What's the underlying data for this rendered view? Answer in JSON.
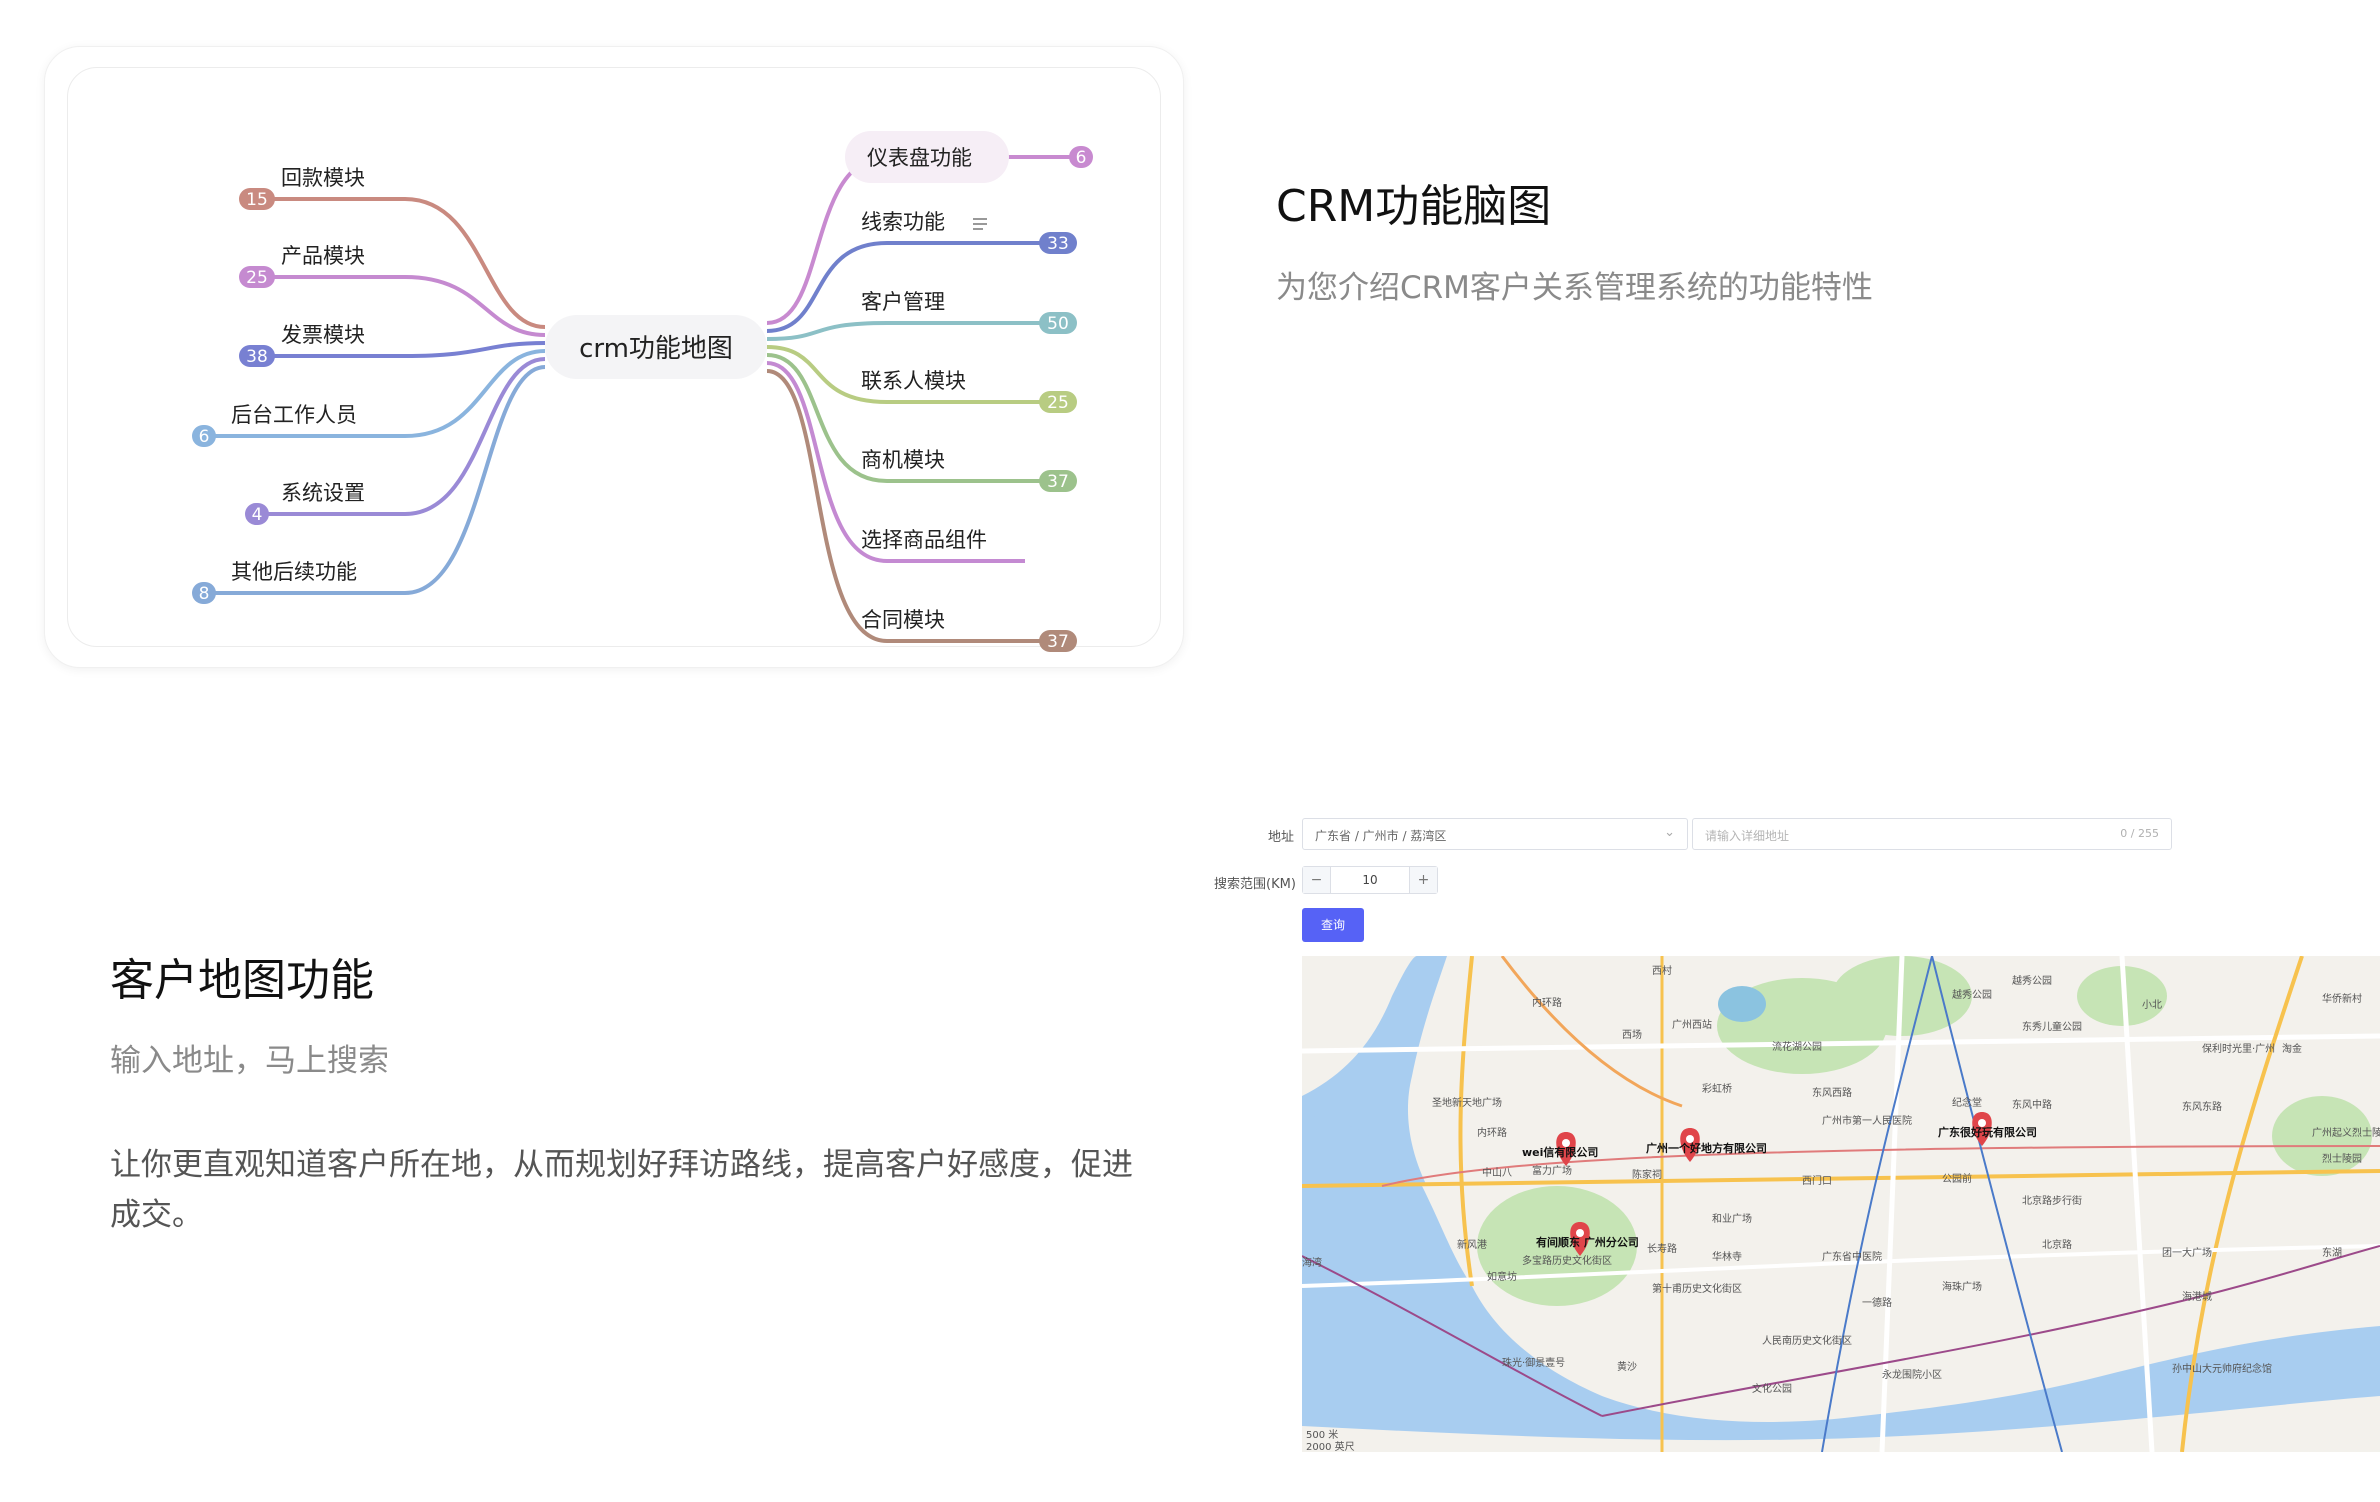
{
  "mindmap": {
    "center": "crm功能地图",
    "left_branches": [
      {
        "label": "回款模块",
        "badge": "15",
        "color": "#c98a80"
      },
      {
        "label": "产品模块",
        "badge": "25",
        "color": "#c58ad0"
      },
      {
        "label": "发票模块",
        "badge": "38",
        "color": "#7880d2"
      },
      {
        "label": "后台工作人员",
        "badge": "6",
        "color": "#8ab4de"
      },
      {
        "label": "系统设置",
        "badge": "4",
        "color": "#9a8ad6"
      },
      {
        "label": "其他后续功能",
        "badge": "8",
        "color": "#86aad8"
      }
    ],
    "right_branches": [
      {
        "label": "仪表盘功能",
        "badge": "6",
        "color": "#c88ad0"
      },
      {
        "label": "线索功能",
        "badge": "33",
        "color": "#7080cc"
      },
      {
        "label": "客户管理",
        "badge": "50",
        "color": "#8cc0c6"
      },
      {
        "label": "联系人模块",
        "badge": "25",
        "color": "#b8cc82"
      },
      {
        "label": "商机模块",
        "badge": "37",
        "color": "#9cc28c"
      },
      {
        "label": "选择商品组件",
        "badge": "",
        "color": "#c48ad2"
      },
      {
        "label": "合同模块",
        "badge": "37",
        "color": "#b08a7a"
      }
    ],
    "note_icon": "note-icon"
  },
  "crm_section": {
    "title": "CRM功能脑图",
    "subtitle": "为您介绍CRM客户关系管理系统的功能特性"
  },
  "map_section": {
    "title": "客户地图功能",
    "subtitle": "输入地址，马上搜索",
    "description": "让你更直观知道客户所在地，从而规划好拜访路线，提高客户好感度，促进成交。"
  },
  "form": {
    "address_label": "地址",
    "region_value": "广东省 / 广州市 / 荔湾区",
    "detail_placeholder": "请输入详细地址",
    "char_count": "0 / 255",
    "range_label": "搜索范围(KM)",
    "range_value": "10",
    "minus": "−",
    "plus": "+",
    "query_button": "查询"
  },
  "map": {
    "markers": [
      {
        "label": "wei信有限公司"
      },
      {
        "label": "广州一个好地方有限公司"
      },
      {
        "label": "广东很好玩有限公司"
      },
      {
        "label": "有间顺东 广州分公司"
      }
    ],
    "places": [
      "内环路",
      "西村",
      "越秀公园",
      "越秀公园",
      "小北",
      "广州西站",
      "流花湖公园",
      "东秀儿童公园",
      "保利时光里·广州",
      "淘金",
      "华侨新村",
      "西场",
      "彩虹桥",
      "东风西路",
      "纪念堂",
      "东风中路",
      "东风东路",
      "圣地新天地广场",
      "广州市第一人民医院",
      "广州起义烈士陵园",
      "烈士陵园",
      "内环路",
      "中山八",
      "富力广场",
      "陈家祠",
      "西门口",
      "公园前",
      "北京路步行街",
      "和业广场",
      "北京路",
      "团一大广场",
      "东湖",
      "新风港",
      "长寿路",
      "华林寺",
      "广东省中医院",
      "海珠广场",
      "海港城",
      "多宝路历史文化街区",
      "第十甫历史文化街区",
      "人民南历史文化街区",
      "一德路",
      "如意坊",
      "珠光·御景壹号",
      "黄沙",
      "文化公园",
      "永龙围院小区",
      "孙中山大元帅府纪念馆",
      "海湾"
    ],
    "scale": [
      "500 米",
      "2000 英尺"
    ]
  }
}
